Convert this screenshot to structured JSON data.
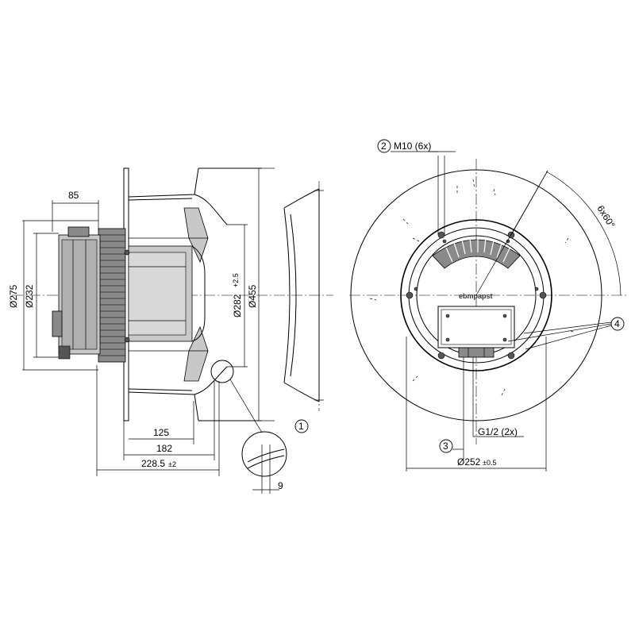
{
  "dimensions": {
    "width_85": "85",
    "dia_275": "Ø275",
    "dia_232": "Ø232",
    "dia_282": "Ø282",
    "dia_282_tol": "+2.5",
    "dia_455": "Ø455",
    "len_125": "125",
    "len_182": "182",
    "len_228": "228.5",
    "len_228_tol": "±2",
    "len_9": "9",
    "dia_252": "Ø252",
    "dia_252_tol": "±0.5",
    "angle": "6x60°"
  },
  "callouts": {
    "c1": "1",
    "c2": "2",
    "c2_text": "M10 (6x)",
    "c3": "3",
    "c3_text": "G1/2 (2x)",
    "c4": "4"
  },
  "brand": "ebmpapst"
}
